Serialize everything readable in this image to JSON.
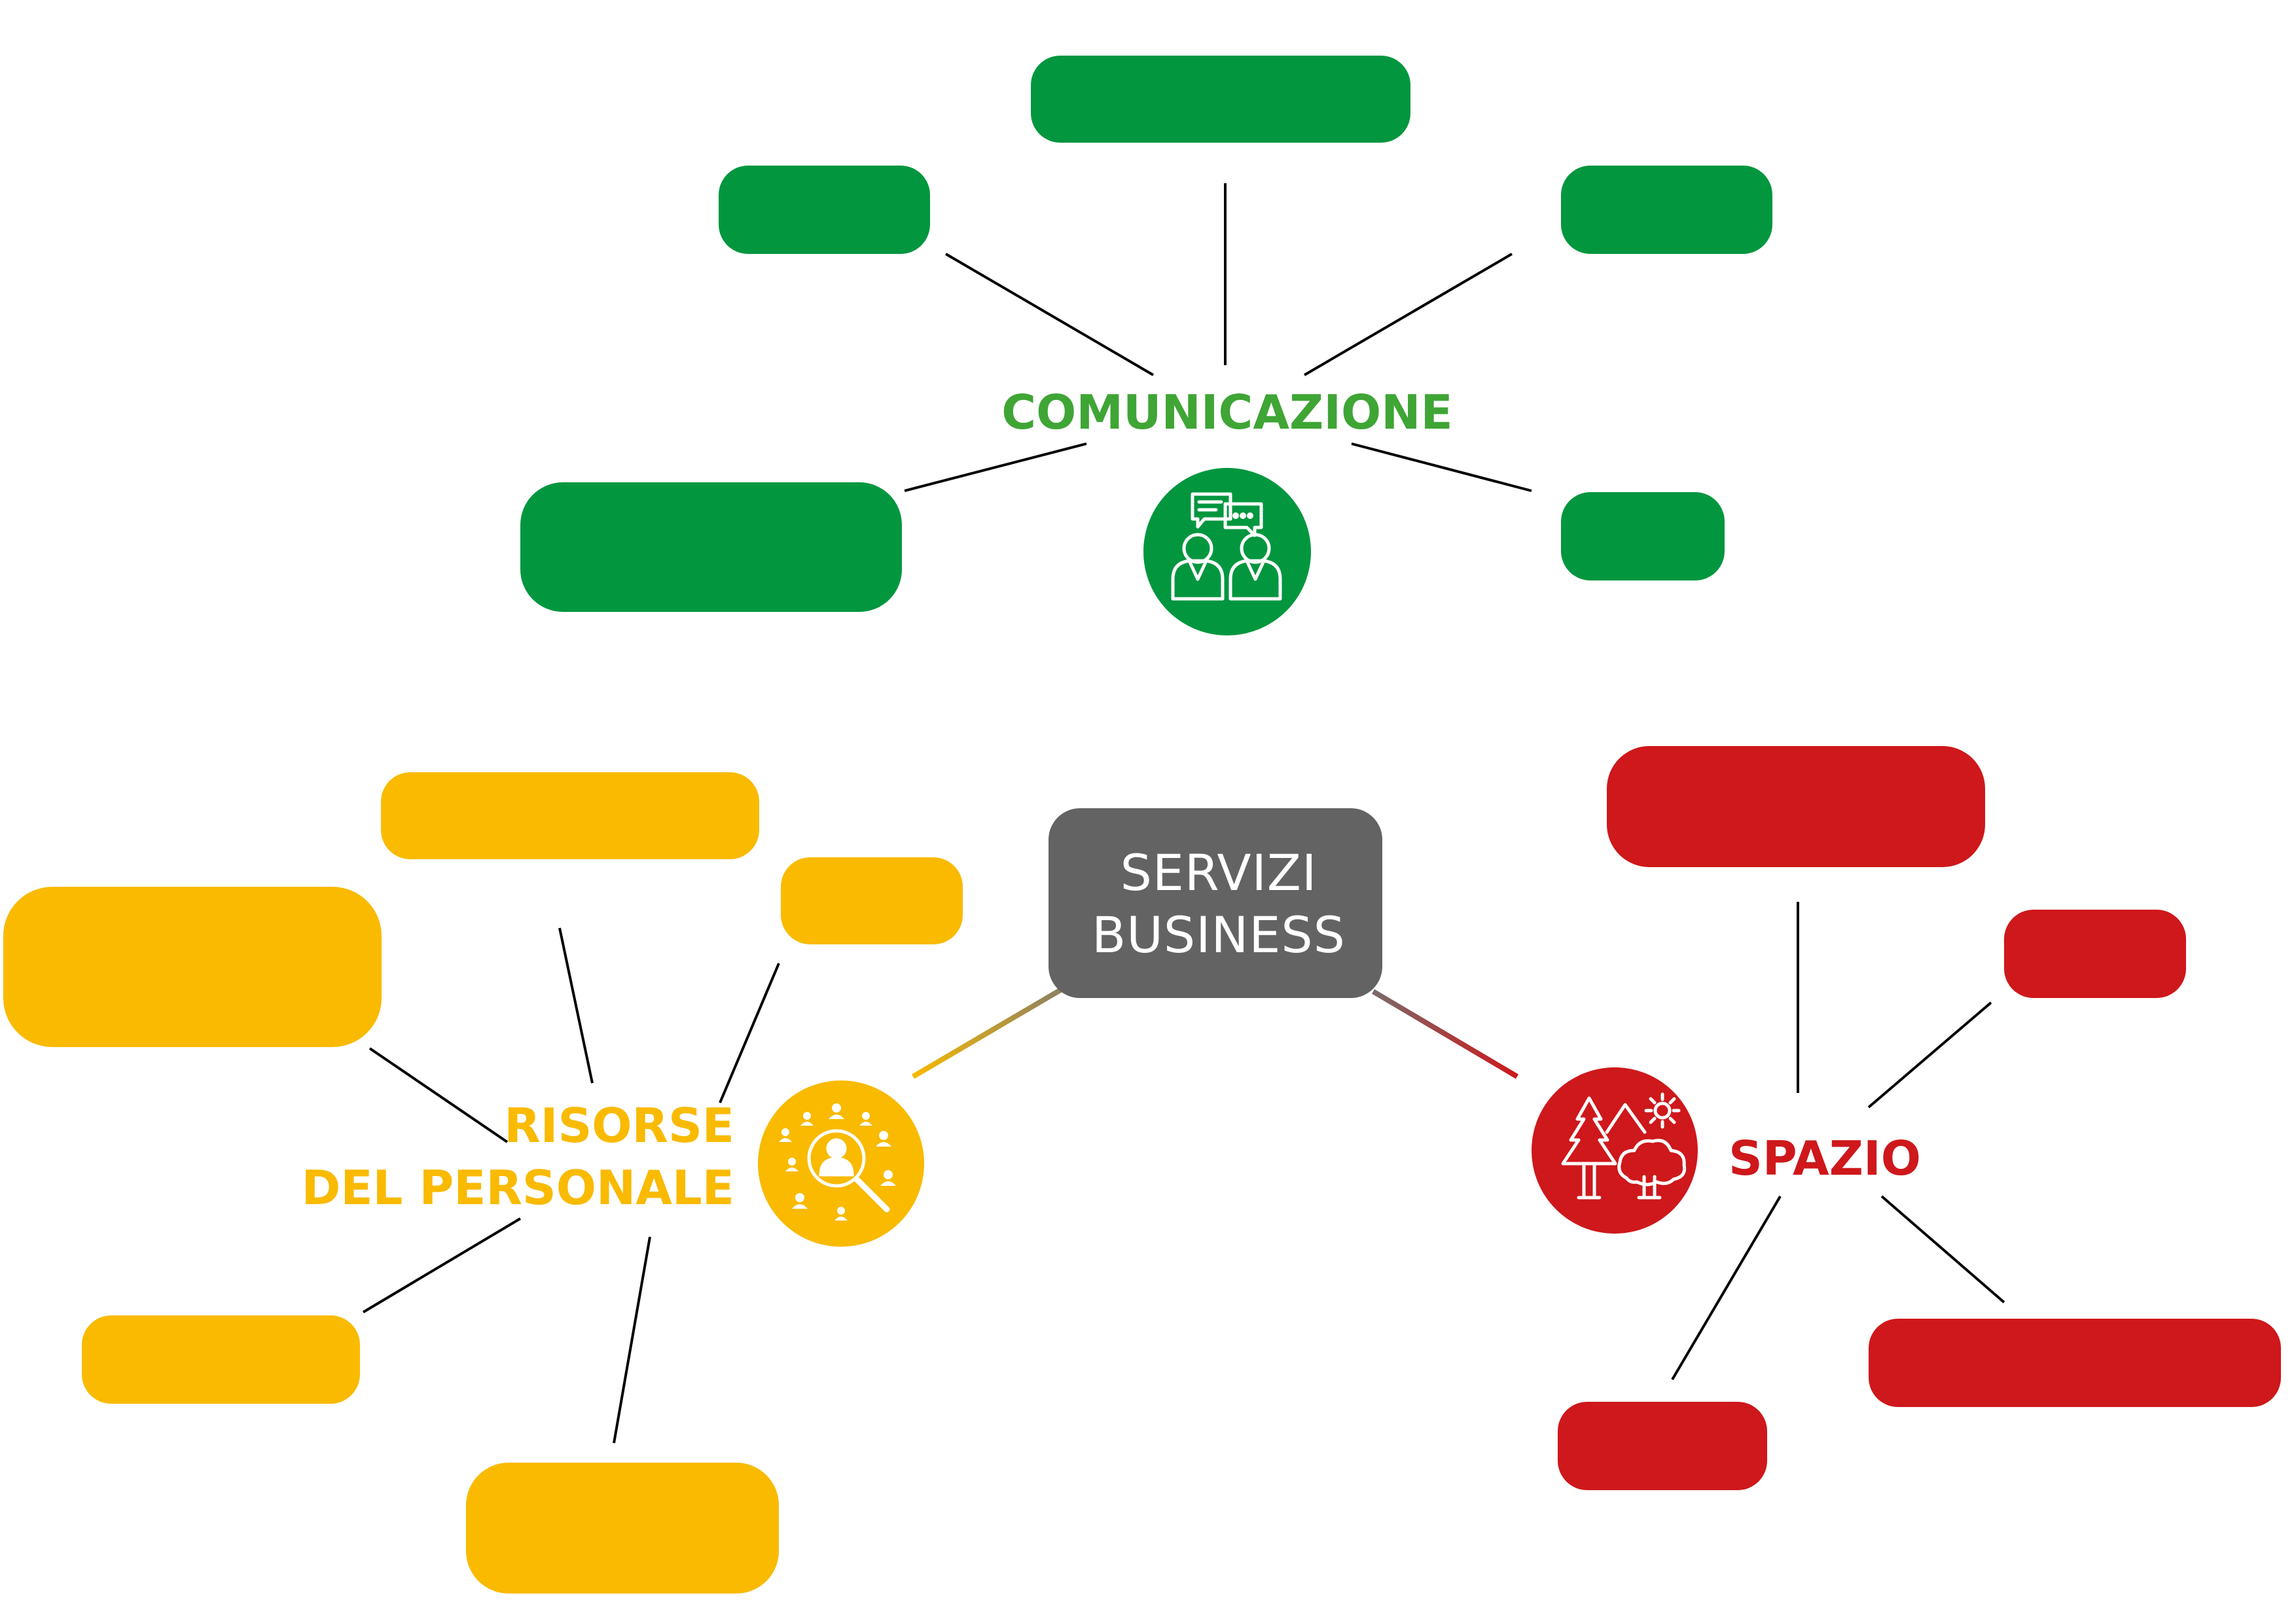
{
  "center": {
    "line1": "SERVIZI",
    "line2": "BUSINESS",
    "color": "#636363"
  },
  "colors": {
    "green": "#02963F",
    "green_text": "#3FA535",
    "yellow": "#F9BA00",
    "red": "#CE181B",
    "connector": "#000000",
    "icon_stroke": "#ffffff"
  },
  "branches": {
    "comunicazione": {
      "label": "COMUNICAZIONE",
      "icon": "chat-people-icon"
    },
    "risorse": {
      "label_line1": "RISORSE",
      "label_line2": "DEL PERSONALE",
      "icon": "people-search-icon"
    },
    "spazio": {
      "label": "SPAZIO",
      "icon": "trees-mountain-sun-icon"
    }
  }
}
